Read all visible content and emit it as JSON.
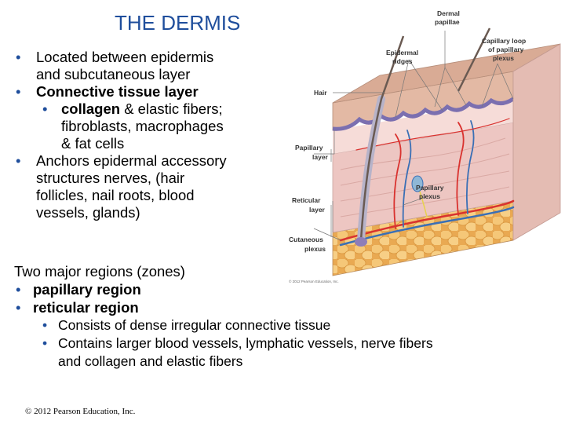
{
  "slide": {
    "title": "THE DERMIS",
    "bullets": [
      {
        "level": 1,
        "lines": [
          "Located between epidermis",
          "and subcutaneous layer"
        ]
      },
      {
        "level": 1,
        "bold": "Connective tissue layer",
        "lines": []
      },
      {
        "level": 2,
        "bold": "collagen",
        "lines": [
          " & elastic fibers;",
          "fibroblasts, macrophages",
          "& fat cells"
        ]
      },
      {
        "level": 1,
        "lines": [
          "Anchors epidermal accessory",
          "structures nerves, (hair",
          "follicles, nail roots, blood",
          "vessels, glands)"
        ]
      }
    ],
    "regions_heading": "Two major regions (zones)",
    "regions": [
      {
        "level": 1,
        "bold": "papillary region"
      },
      {
        "level": 1,
        "bold": "reticular region"
      },
      {
        "level": 2,
        "text": "Consists of dense irregular connective tissue"
      },
      {
        "level": 2,
        "text": "Contains larger blood vessels, lymphatic vessels, nerve fibers",
        "text2": "and collagen and elastic fibers"
      }
    ],
    "copyright": "© 2012 Pearson Education, Inc."
  },
  "figure": {
    "labels": {
      "dermal_papillae_1": "Dermal",
      "dermal_papillae_2": "papillae",
      "capillary_loop_1": "Capillary loop",
      "capillary_loop_2": "of papillary",
      "capillary_loop_3": "plexus",
      "epidermal_ridges_1": "Epidermal",
      "epidermal_ridges_2": "ridges",
      "hair": "Hair",
      "papillary_layer_1": "Papillary",
      "papillary_layer_2": "layer",
      "papillary_plexus_1": "Papillary",
      "papillary_plexus_2": "plexus",
      "reticular_layer_1": "Reticular",
      "reticular_layer_2": "layer",
      "cutaneous_plexus_1": "Cutaneous",
      "cutaneous_plexus_2": "plexus",
      "credit": "© 2012 Pearson Education, Inc."
    },
    "colors": {
      "epidermis": "#e3b9a4",
      "basal_layer": "#7b6fb0",
      "dermis": "#f1d3cf",
      "fat": "#f2c071",
      "artery": "#d9322f",
      "vein": "#3a6fb5"
    }
  }
}
